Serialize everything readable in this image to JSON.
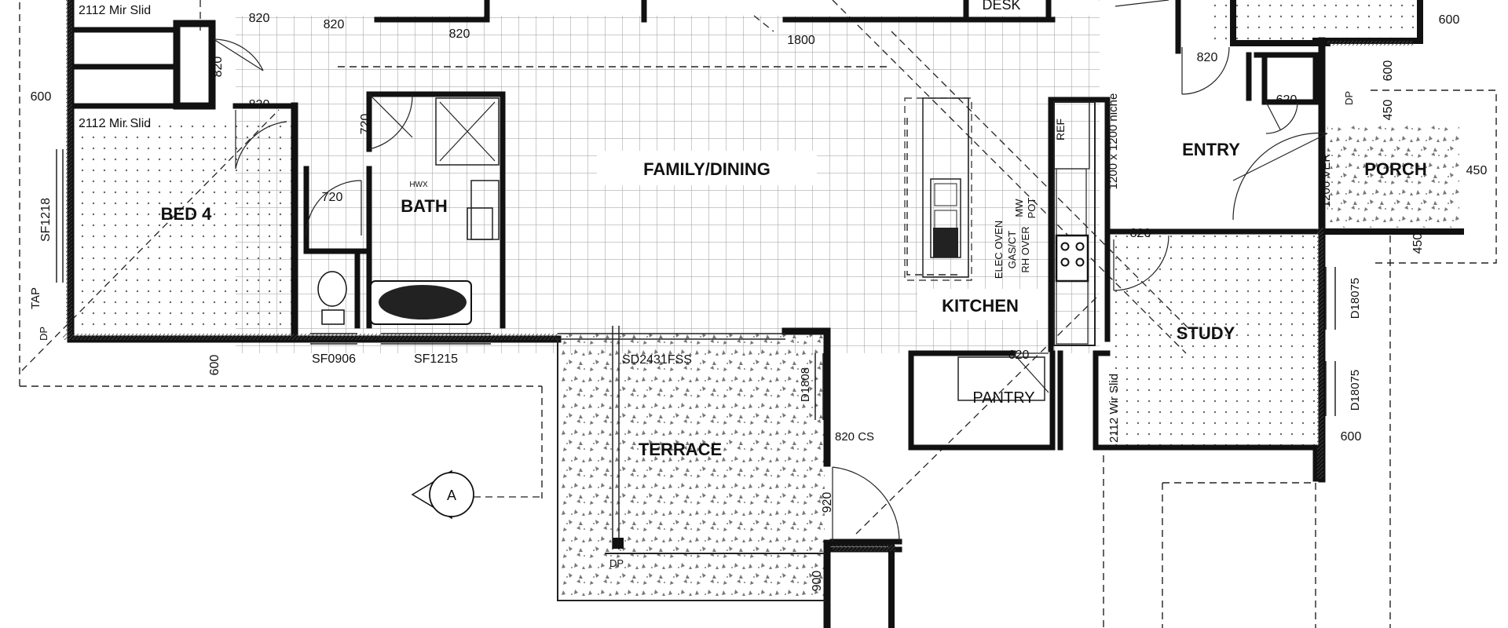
{
  "rooms": {
    "bed4": "BED 4",
    "bath": "BATH",
    "family_dining": "FAMILY/DINING",
    "kitchen": "KITCHEN",
    "entry": "ENTRY",
    "porch": "PORCH",
    "study": "STUDY",
    "terrace": "TERRACE",
    "pantry": "PANTRY",
    "desk": "DESK"
  },
  "dimensions": {
    "d820_a": "820",
    "d820_b": "820",
    "d820_c": "820",
    "d820_d": "820",
    "d820_e": "820",
    "d820_f": "820",
    "d820_g": "820",
    "d1800": "1800",
    "d600_left": "600",
    "d600_right_top": "600",
    "d600_porch": "600",
    "d600_bottom": "600",
    "d600_study": "600",
    "d720_a": "720",
    "d720_b": "720",
    "d620_a": "620",
    "d620_b": "620",
    "d450_a": "450",
    "d450_b": "450",
    "d450_c": "450",
    "d920": "920",
    "d900": "900"
  },
  "windows": {
    "mir_top": "2112 Mir Slid",
    "mir_mid": "2112 Mir Slid",
    "sf1218": "SF1218",
    "sf0906": "SF0906",
    "sf1215": "SF1215",
    "sd2431": "SD2431FSS",
    "d1808": "D1808",
    "d18075_a": "D18075",
    "d18075_b": "D18075",
    "wir_slid": "2112 Wir Slid",
    "niche": "1200 x 1200 niche",
    "ver": "1200 VER"
  },
  "fixtures": {
    "tap": "TAP",
    "dp": "DP",
    "ref": "REF",
    "elec_oven": "ELEC OVEN",
    "gas_ct": "GAS/CT",
    "rh_over": "RH OVER",
    "mw": "MW",
    "pot": "POT",
    "cs": "820 CS",
    "section_marker": "A",
    "hwx": "HWX"
  }
}
